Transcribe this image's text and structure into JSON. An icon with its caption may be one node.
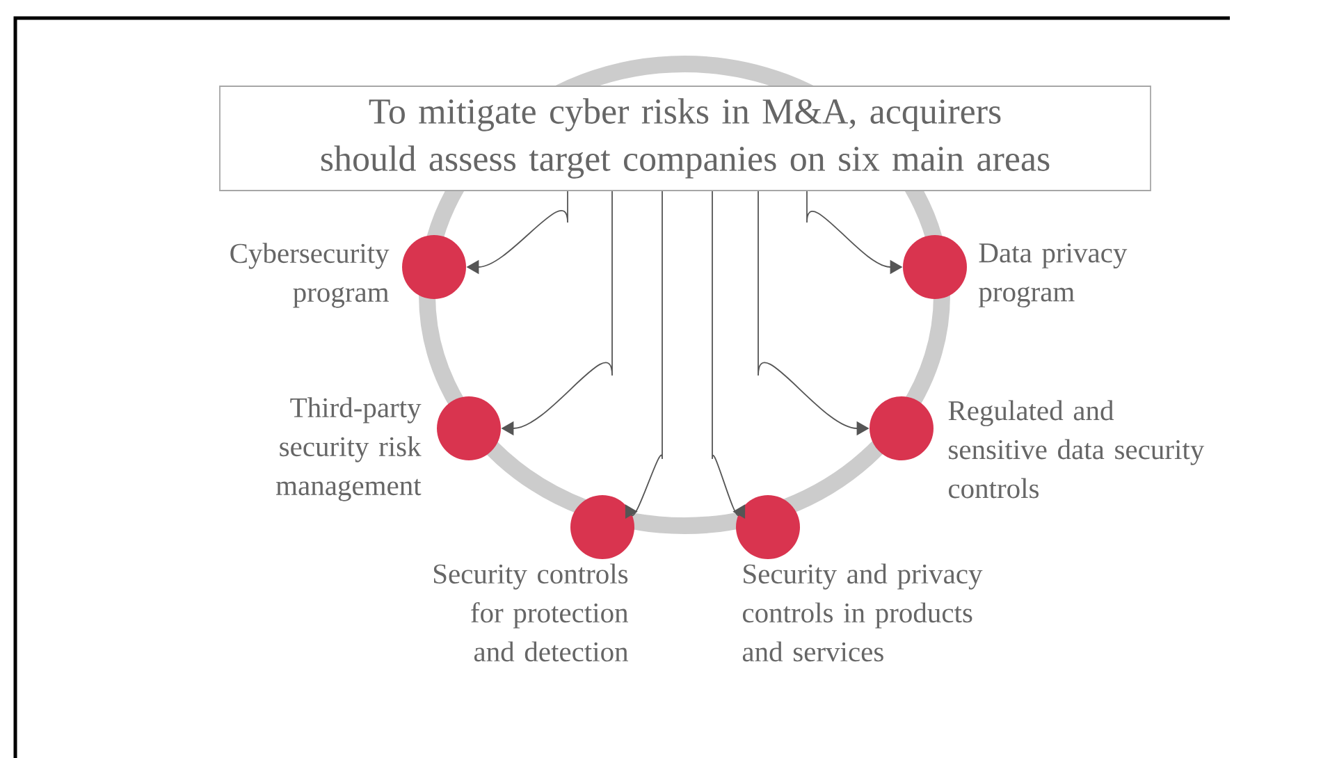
{
  "diagram": {
    "nodes": [
      {
        "text": [
          "To mitigate cyber risks in M&A, acquirers should assess target companies on six main areas"
        ]
      },
      {
        "text": [],
        "shape": "circle",
        "beside": [
          "Cybersecurity program"
        ]
      },
      {
        "text": [],
        "shape": "circle",
        "beside": [
          "Data privacy program"
        ]
      },
      {
        "text": [],
        "shape": "circle",
        "beside": [
          "Third-party security risk management"
        ]
      },
      {
        "text": [],
        "shape": "circle",
        "beside": [
          "Regulated and sensitive data security controls"
        ]
      },
      {
        "text": [],
        "shape": "circle",
        "beside": [
          "Security controls for protection and detection"
        ]
      },
      {
        "text": [],
        "shape": "circle",
        "beside": [
          "Security and privacy controls in products and services"
        ]
      }
    ],
    "edges": [
      {
        "from": 0,
        "to": 1,
        "arrow": "to"
      },
      {
        "from": 0,
        "to": 2,
        "arrow": "to"
      },
      {
        "from": 0,
        "to": 3,
        "arrow": "to"
      },
      {
        "from": 0,
        "to": 4,
        "arrow": "to"
      },
      {
        "from": 0,
        "to": 5,
        "arrow": "to"
      },
      {
        "from": 0,
        "to": 6,
        "arrow": "to"
      }
    ]
  }
}
